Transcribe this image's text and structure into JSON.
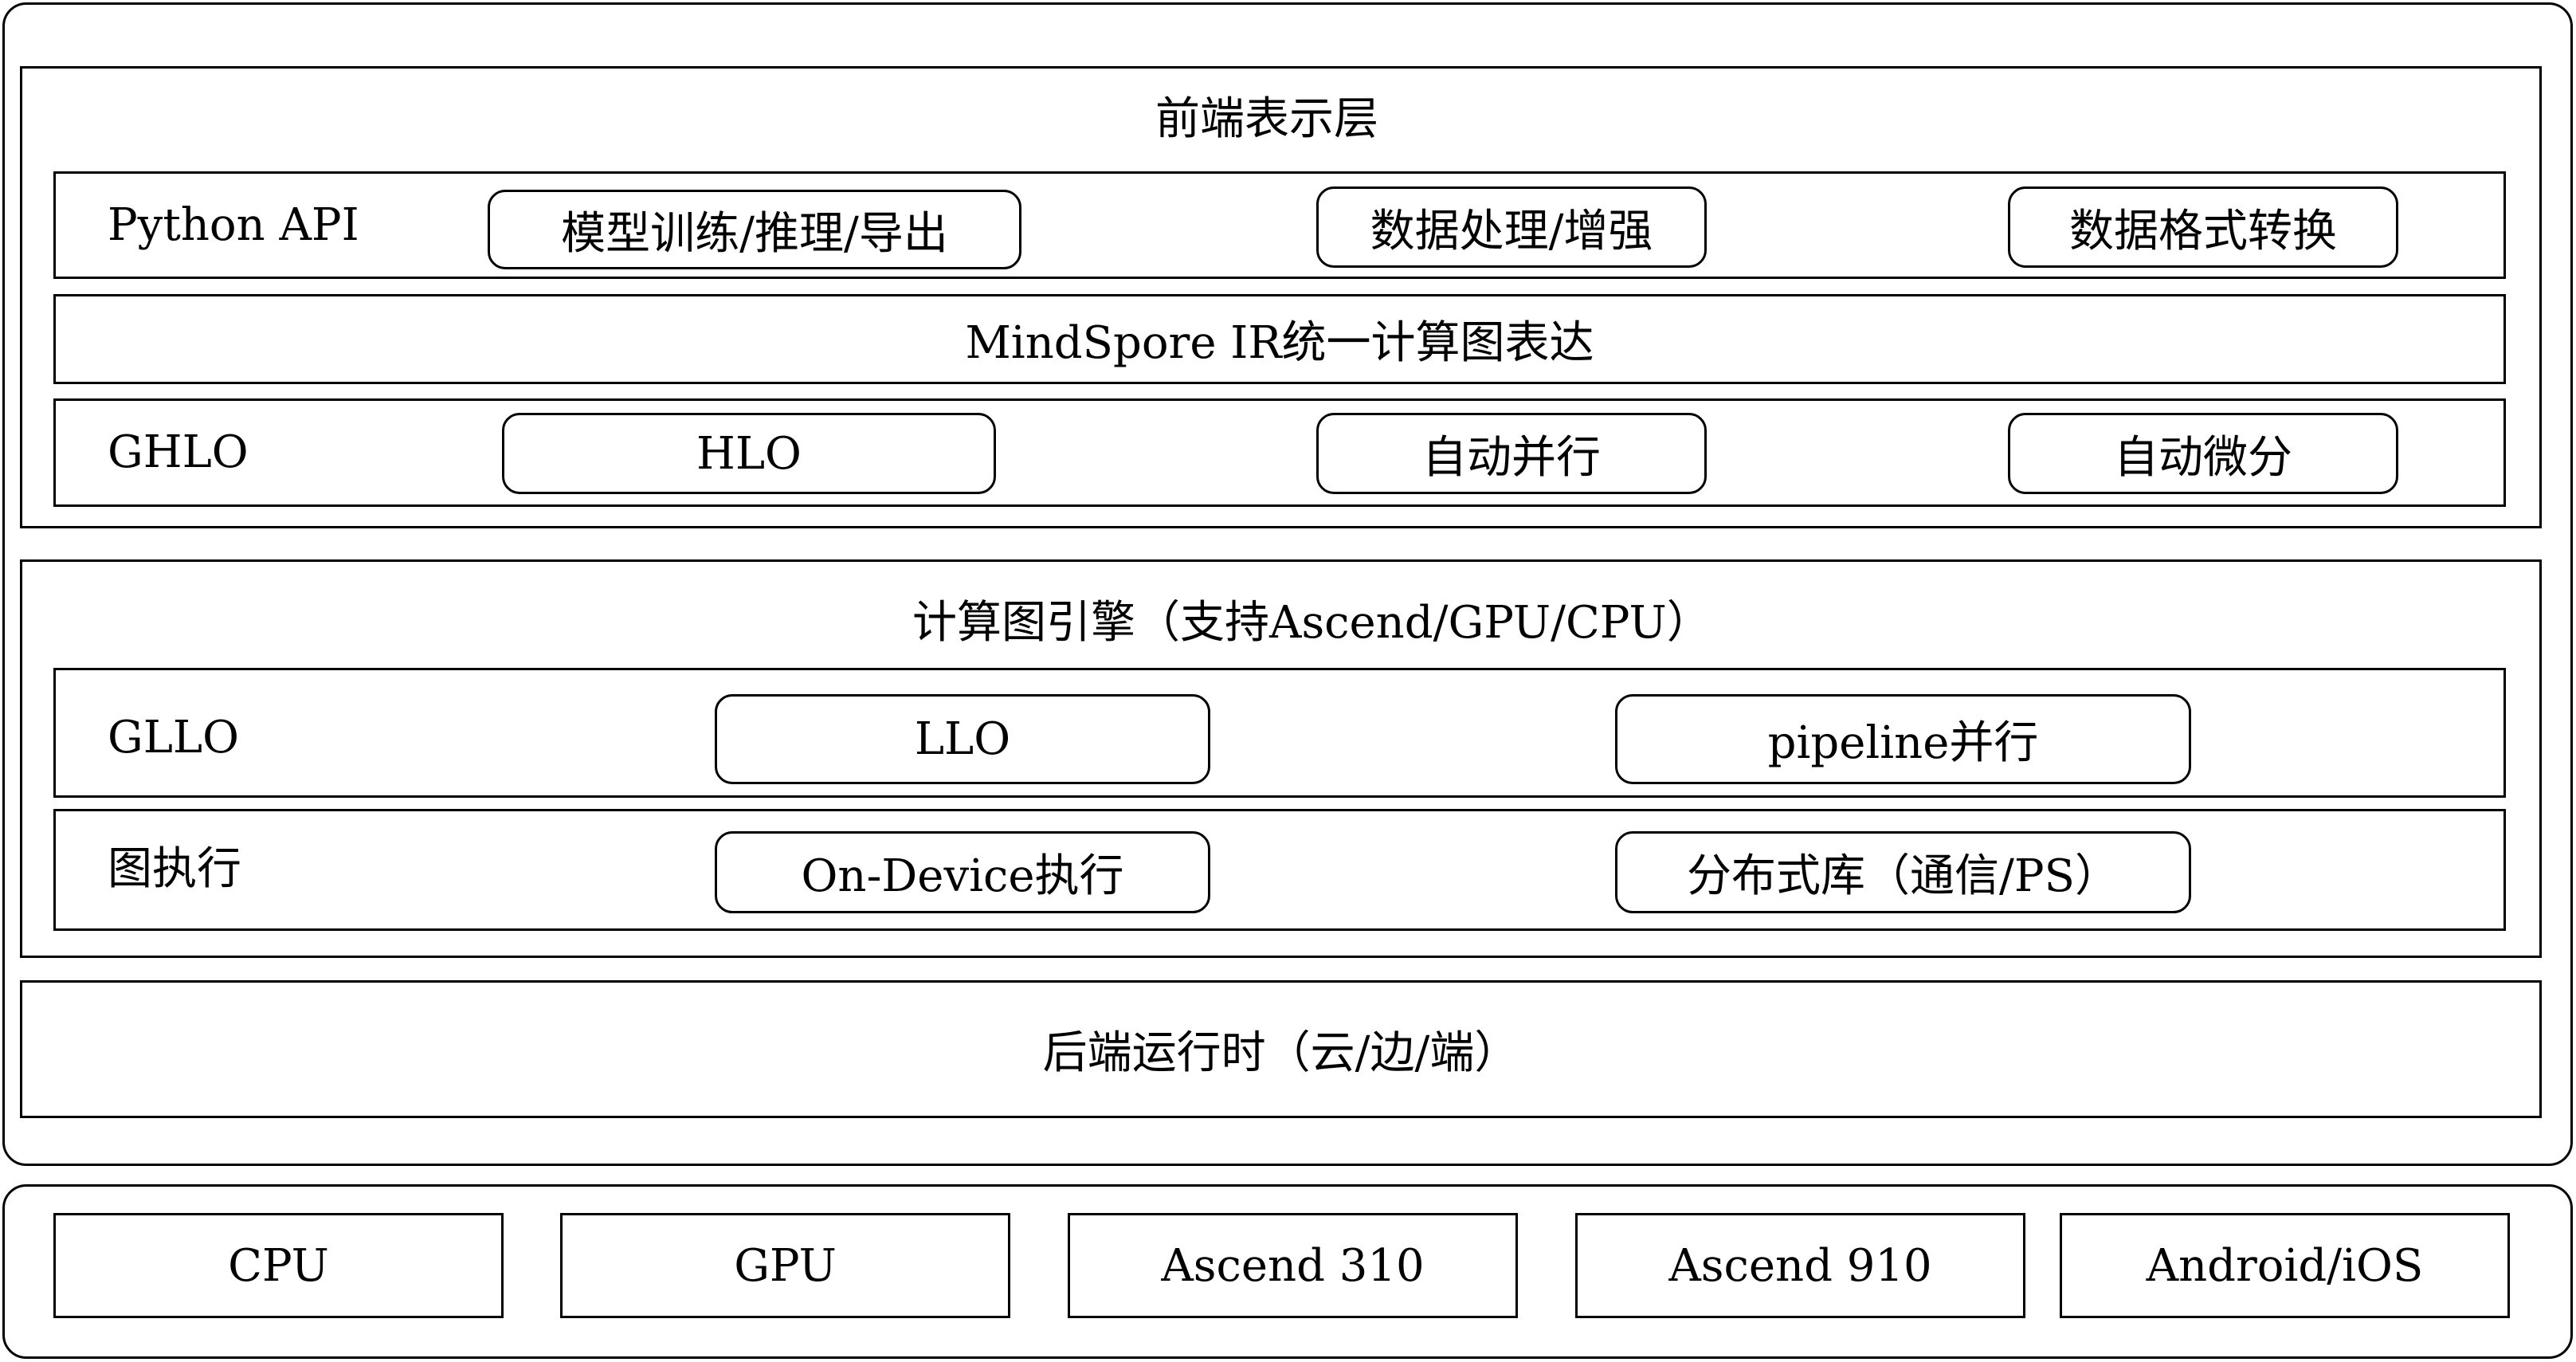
{
  "framework": {
    "frontend": {
      "title": "前端表示层",
      "python_api": {
        "label": "Python API",
        "items": [
          "模型训练/推理/导出",
          "数据处理/增强",
          "数据格式转换"
        ]
      },
      "ir": {
        "label": "MindSpore IR统一计算图表达"
      },
      "ghlo": {
        "label": "GHLO",
        "items": [
          "HLO",
          "自动并行",
          "自动微分"
        ]
      }
    },
    "graph_engine": {
      "title": "计算图引擎（支持Ascend/GPU/CPU）",
      "gllo": {
        "label": "GLLO",
        "items": [
          "LLO",
          "pipeline并行"
        ]
      },
      "graph_exec": {
        "label": "图执行",
        "items": [
          "On-Device执行",
          "分布式库（通信/PS）"
        ]
      }
    },
    "backend_runtime": {
      "label": "后端运行时（云/边/端）"
    }
  },
  "hardware": {
    "items": [
      "CPU",
      "GPU",
      "Ascend 310",
      "Ascend 910",
      "Android/iOS"
    ]
  }
}
